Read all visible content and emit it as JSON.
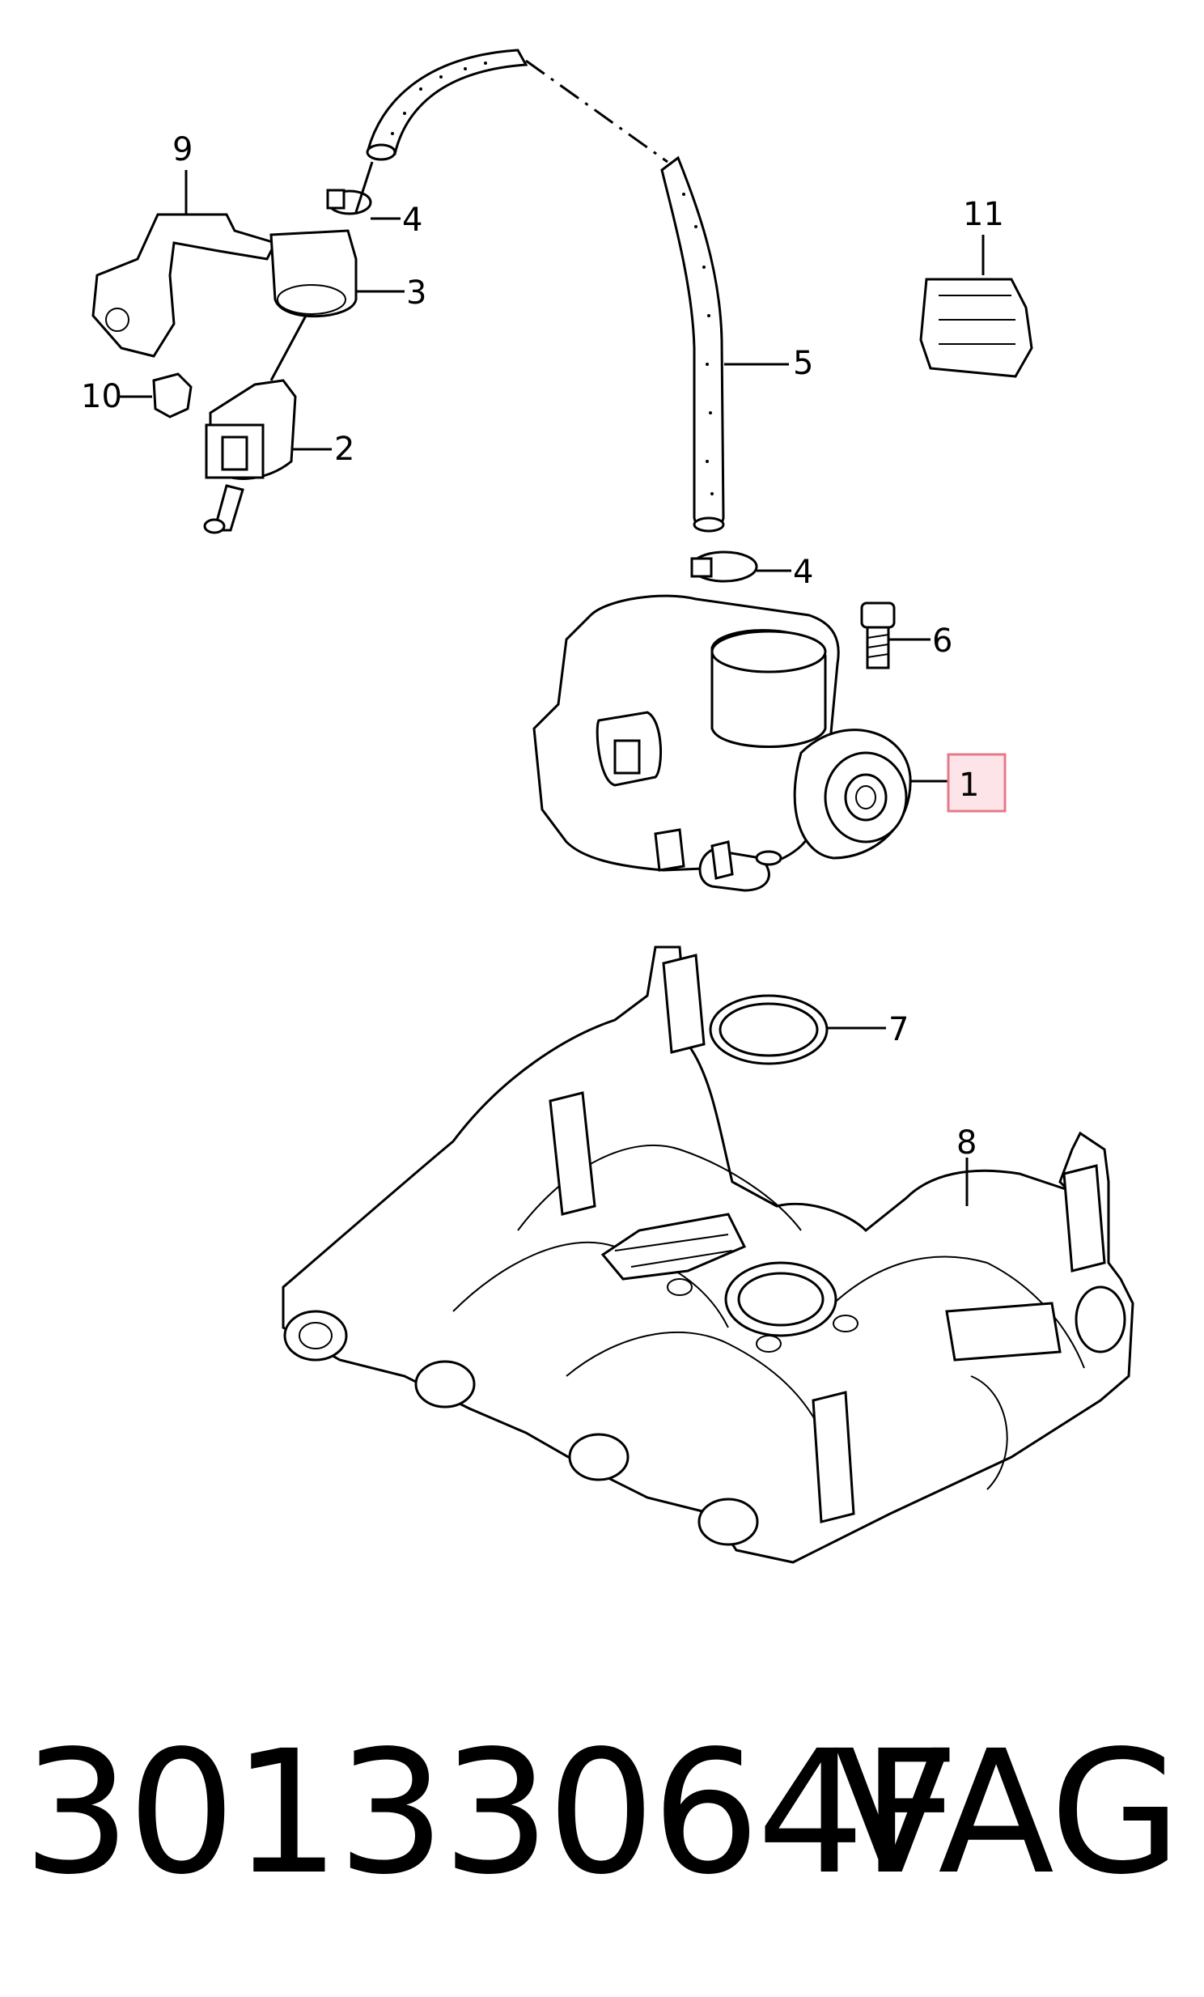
{
  "diagram": {
    "callouts": {
      "c1": "1",
      "c2": "2",
      "c3": "3",
      "c4a": "4",
      "c4b": "4",
      "c5": "5",
      "c6": "6",
      "c7": "7",
      "c8": "8",
      "c9": "9",
      "c10": "10",
      "c11": "11"
    },
    "highlighted_callout": "1",
    "highlight_color": "#fde4e8"
  },
  "footer": {
    "part_number": "30133064F",
    "brand": "VAG"
  }
}
